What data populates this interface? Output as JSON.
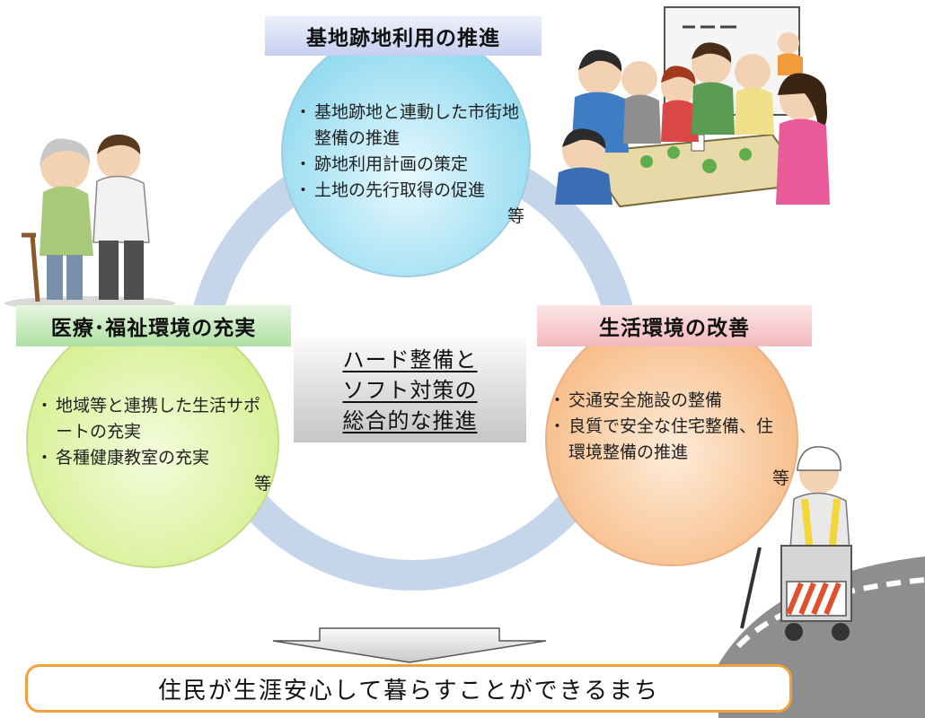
{
  "top_section": {
    "title": "基地跡地利用の推進",
    "items": [
      "基地跡地と連動した市街地整備の推進",
      "跡地利用計画の策定",
      "土地の先行取得の促進"
    ],
    "etc": "等"
  },
  "left_section": {
    "title": "医療･福祉環境の充実",
    "items": [
      "地域等と連携した生活サポートの充実",
      "各種健康教室の充実"
    ],
    "etc": "等"
  },
  "right_section": {
    "title": "生活環境の改善",
    "items": [
      "交通安全施設の整備",
      "良質で安全な住宅整備、住環境整備の推進"
    ],
    "etc": "等"
  },
  "center": {
    "lines": [
      "ハード整備と",
      "ソフト対策の",
      "総合的な推進"
    ]
  },
  "goal": "住民が生涯安心して暮らすことができるまち",
  "colors": {
    "top_circle": "#9fe0f3",
    "left_circle": "#dff3a6",
    "right_circle": "#f9c79a",
    "ring": "#c5d6ea",
    "goal_border": "#f2a13a"
  },
  "illustrations": [
    "elderly-caregiver-illustration",
    "town-planning-group-illustration",
    "road-worker-illustration"
  ]
}
